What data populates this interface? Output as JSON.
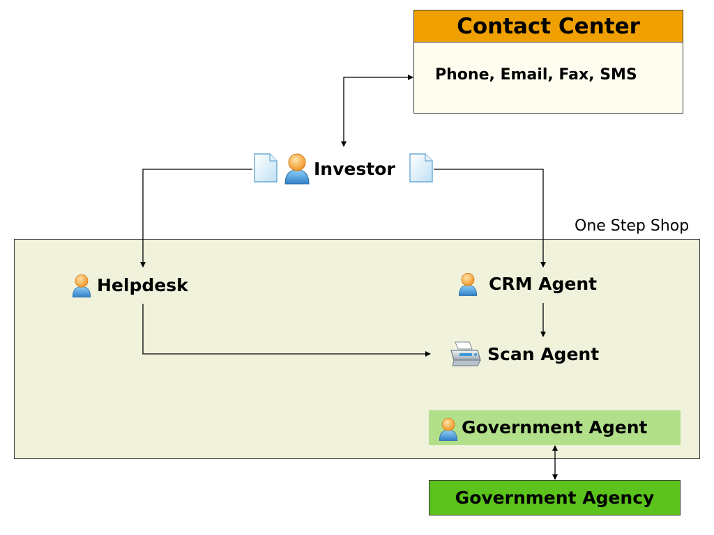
{
  "contact_center": {
    "title": "Contact Center",
    "channels": "Phone, Email, Fax, SMS",
    "header_color": "#f0a000",
    "body_color": "#fefdf0"
  },
  "investor": {
    "label": "Investor"
  },
  "one_step_shop": {
    "label": "One Step Shop",
    "background_color": "#f0f2dc",
    "helpdesk": "Helpdesk",
    "crm_agent": "CRM Agent",
    "scan_agent": "Scan Agent",
    "government_agent": "Government Agent",
    "government_agent_color": "#b2e08a"
  },
  "government_agency": {
    "label": "Government Agency",
    "color": "#5cc21c"
  },
  "icons": {
    "person": "person-icon",
    "document": "document-icon",
    "scanner": "scanner-icon"
  }
}
